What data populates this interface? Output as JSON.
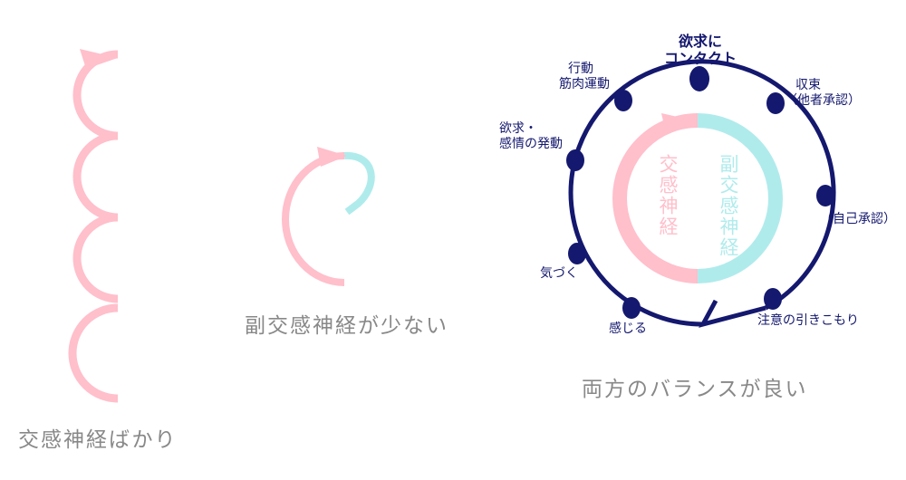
{
  "captions": {
    "sympathetic_only": "交感神経ばかり",
    "low_parasympathetic": "副交感神経が少ない",
    "balanced": "両方のバランスが良い"
  },
  "cycle": {
    "sympathetic_label": "交感神経",
    "parasympathetic_label": "副交感神経",
    "stages": {
      "contact": [
        "欲求に",
        "コンタクト"
      ],
      "convergence": [
        "収束",
        "（他者承認）"
      ],
      "self_approval": "（自己承認）",
      "withdrawal": "注意の引きこもり",
      "feel": "感じる",
      "notice": "気づく",
      "desire": [
        "欲求・",
        "感情の発動"
      ],
      "action": [
        "行動",
        "筋肉運動"
      ]
    }
  },
  "colors": {
    "sympathetic": "#ffbfcb",
    "parasympathetic": "#b0ebec",
    "cycle_ring": "#14186e",
    "caption": "#888888"
  }
}
